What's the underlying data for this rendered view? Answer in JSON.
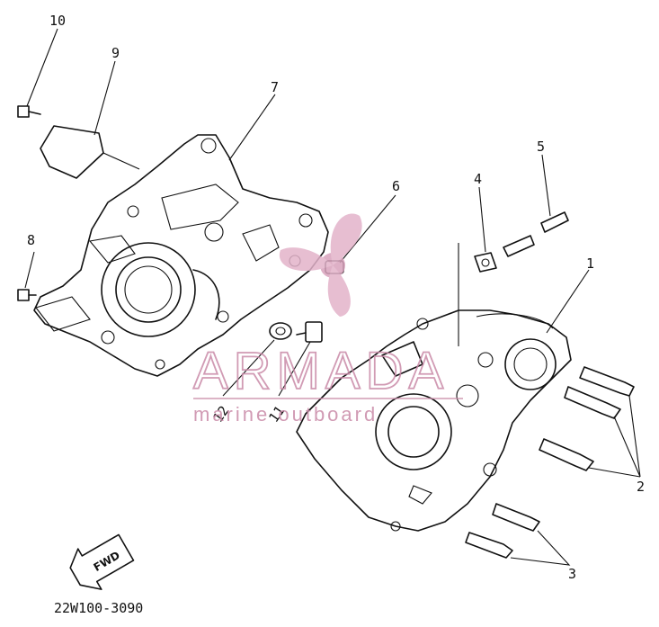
{
  "diagram": {
    "part_code": "22W100-3090",
    "fwd_label": "FWD",
    "callouts": [
      {
        "id": "1",
        "label": "1"
      },
      {
        "id": "2",
        "label": "2"
      },
      {
        "id": "3",
        "label": "3"
      },
      {
        "id": "4",
        "label": "4"
      },
      {
        "id": "5",
        "label": "5"
      },
      {
        "id": "6",
        "label": "6"
      },
      {
        "id": "7",
        "label": "7"
      },
      {
        "id": "8",
        "label": "8"
      },
      {
        "id": "9",
        "label": "9"
      },
      {
        "id": "10",
        "label": "10"
      },
      {
        "id": "11",
        "label": "11"
      },
      {
        "id": "12",
        "label": "12"
      }
    ]
  },
  "watermark": {
    "brand": "ARMADA",
    "tagline": "marine outboard",
    "color": "#d9a3bd"
  }
}
